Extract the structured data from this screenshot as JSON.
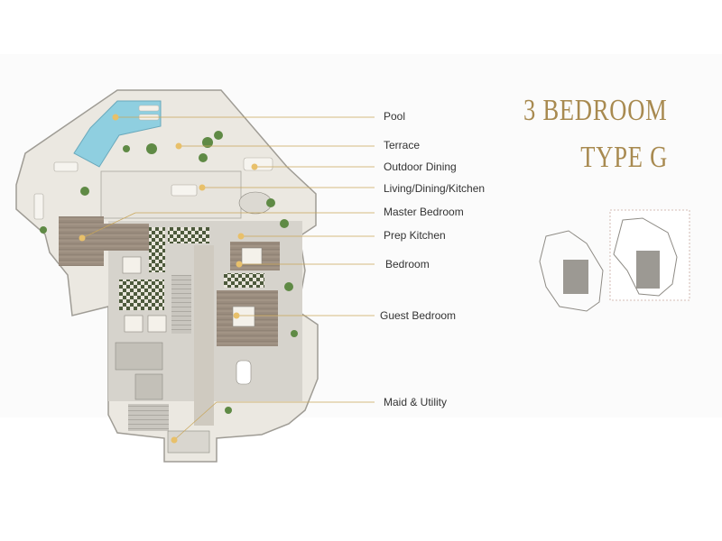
{
  "title": {
    "line1": "3 BEDROOM",
    "line2": "TYPE G"
  },
  "colors": {
    "accent": "#a88a50",
    "marker": "#e8c06a",
    "leader": "#c9a658",
    "label": "#333333"
  },
  "legend": [
    {
      "label": "Pool"
    },
    {
      "label": "Terrace"
    },
    {
      "label": "Outdoor Dining"
    },
    {
      "label": "Living/Dining/Kitchen"
    },
    {
      "label": "Master Bedroom"
    },
    {
      "label": "Prep Kitchen"
    },
    {
      "label": "Bedroom"
    },
    {
      "label": "Guest Bedroom"
    },
    {
      "label": "Maid & Utility"
    }
  ]
}
